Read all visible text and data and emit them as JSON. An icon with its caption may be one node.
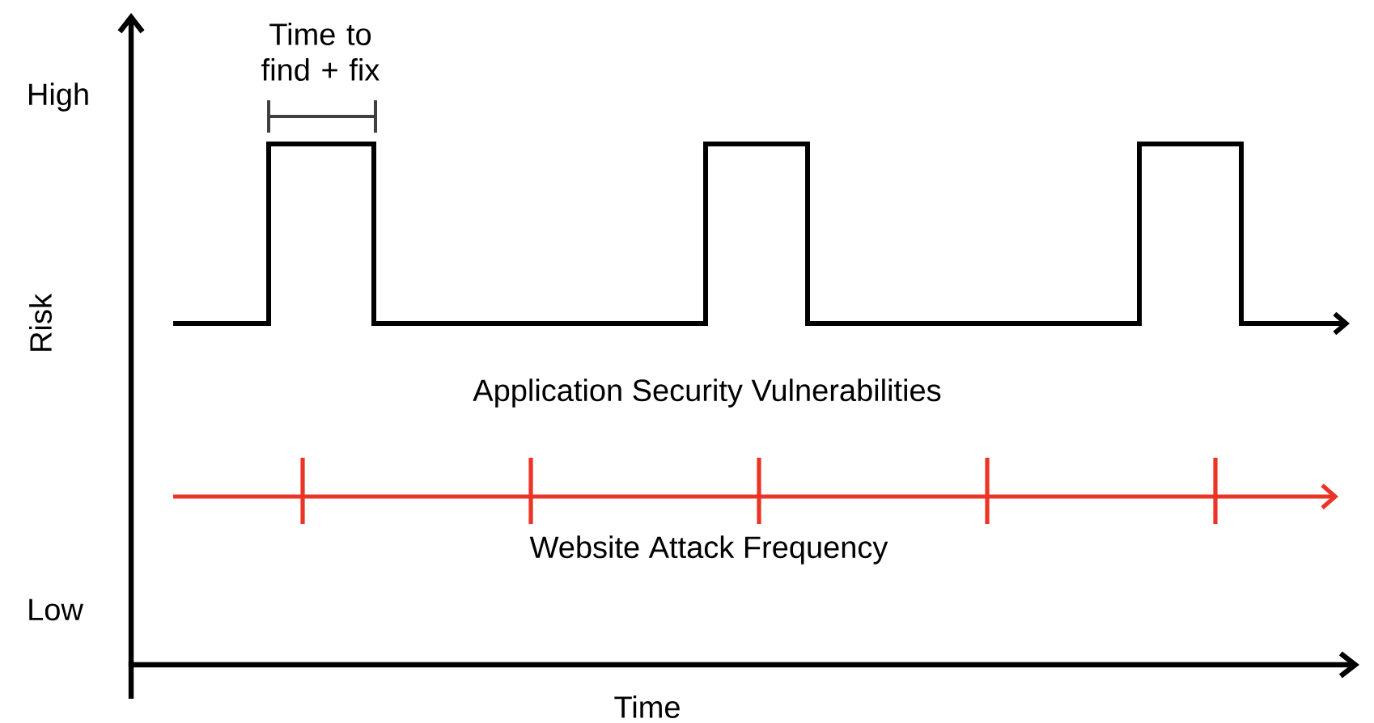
{
  "diagram": {
    "labels": [
      "Time to find + fix",
      "High",
      "Risk",
      "Application Security Vulnerabilities",
      "Website Attack Frequency",
      "Low",
      "Time"
    ]
  }
}
